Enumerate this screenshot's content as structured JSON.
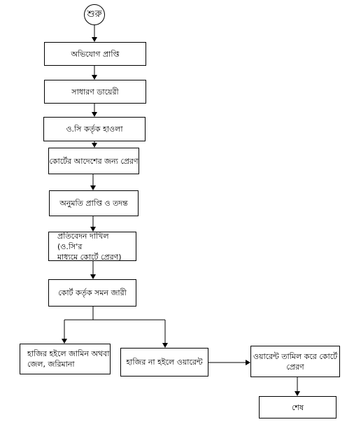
{
  "flow": {
    "start": "শুরু",
    "step1": "অভিযোগ প্রাপ্তি",
    "step2": "সাধারণ ডায়েরী",
    "step3": "ও.সি কর্তৃক হাওলা",
    "step4": "কোর্টের আদেশের জন্য প্রেরণ",
    "step5": "অনুমতি প্রাপ্তি ও তদন্ত",
    "step6_line1": "প্রতিবেদন দাখিল (ও.সি'র",
    "step6_line2": "মাধ্যমে কোর্টে প্রেরণ)",
    "step7": "কোর্ট কর্তৃক সমন জারী",
    "branch_left_line1": "হাজির হইলে জামিন অথবা",
    "branch_left_line2": "জেল, জরিমানা",
    "branch_right": "হাজির না হইলে ওয়ারেন্ট",
    "warrant_line1": "ওয়ারেন্ট তামিল করে কোর্টে",
    "warrant_line2": "প্রেরণ",
    "end": "শেষ"
  }
}
